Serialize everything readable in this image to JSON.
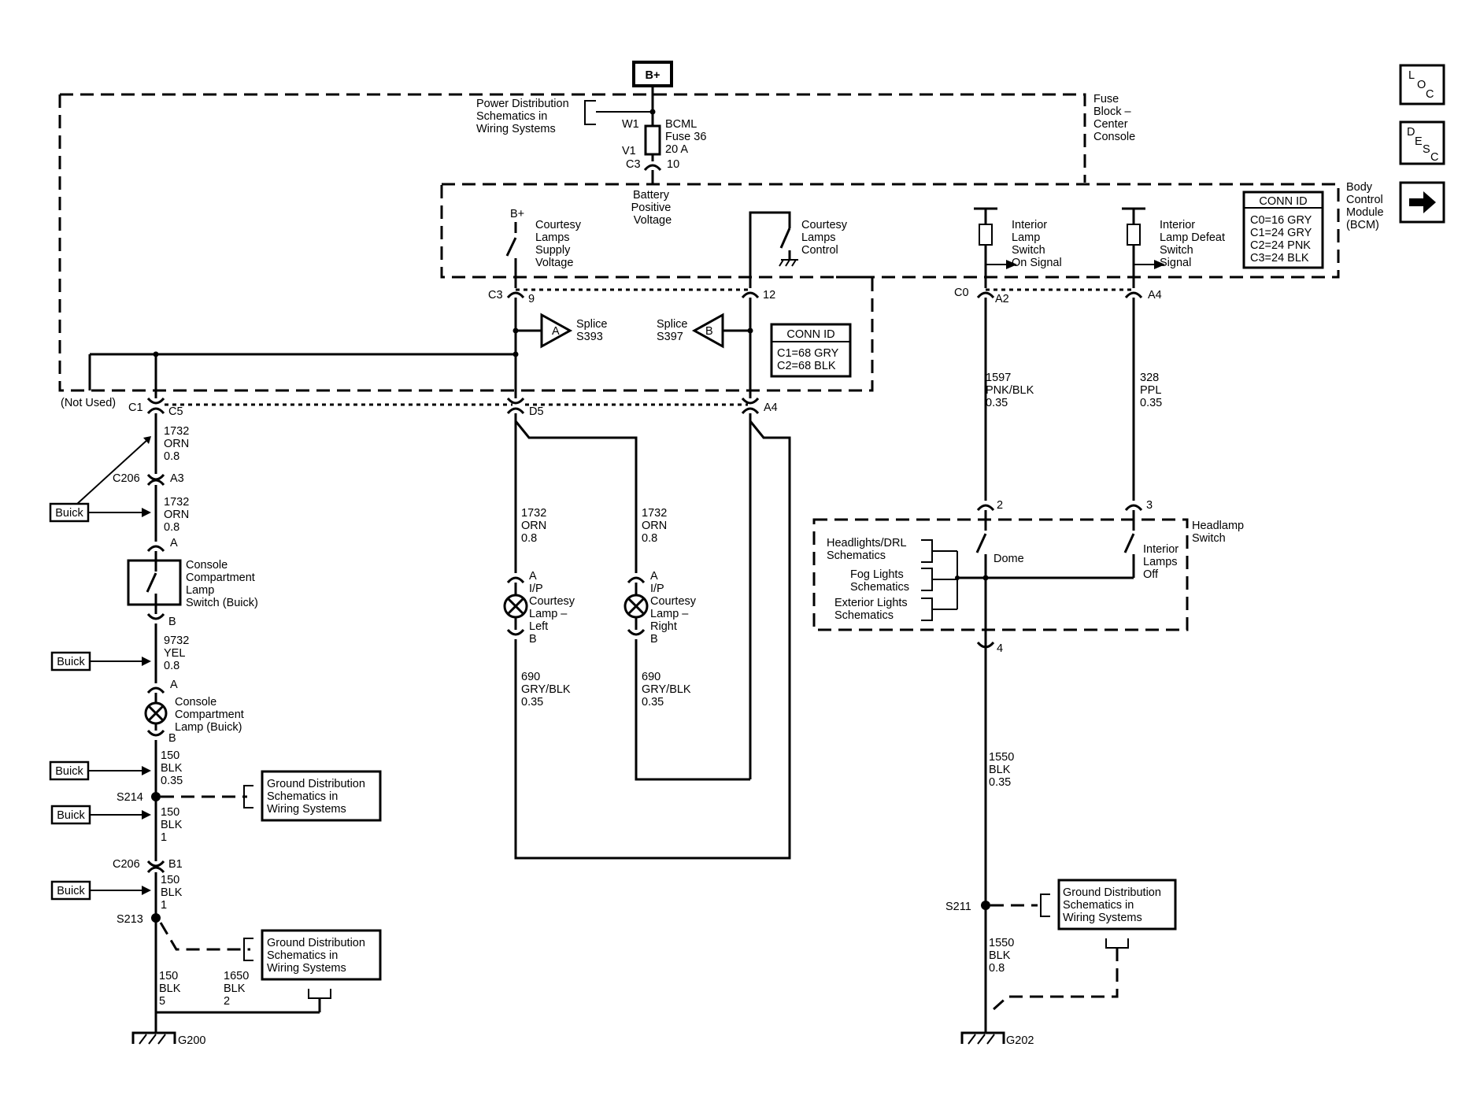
{
  "top": {
    "b_plus": "B+",
    "power_dist": [
      "Power Distribution",
      "Schematics in",
      "Wiring Systems"
    ],
    "w1": "W1",
    "fuse": [
      "BCML",
      "Fuse 36",
      "20 A"
    ],
    "v1": "V1",
    "c3": "C3",
    "pin10": "10",
    "fuse_block": [
      "Fuse",
      "Block –",
      "Center",
      "Console"
    ],
    "battery": [
      "Battery",
      "Positive",
      "Voltage"
    ]
  },
  "bcm": {
    "name": [
      "Body",
      "Control",
      "Module",
      "(BCM)"
    ],
    "conn_title": "CONN ID",
    "conn": [
      "C0=16 GRY",
      "C1=24 GRY",
      "C2=24 PNK",
      "C3=24 BLK"
    ],
    "b_plus": "B+",
    "supply": [
      "Courtesy",
      "Lamps",
      "Supply",
      "Voltage"
    ],
    "control": [
      "Courtesy",
      "Lamps",
      "Control"
    ],
    "on_signal": [
      "Interior",
      "Lamp",
      "Switch",
      "On Signal"
    ],
    "defeat": [
      "Interior",
      "Lamp Defeat",
      "Switch",
      "Signal"
    ],
    "c3": "C3",
    "pin9": "9",
    "pin12": "12",
    "c0": "C0",
    "a2": "A2",
    "a4": "A4"
  },
  "splices": {
    "a_letter": "A",
    "a_label": [
      "Splice",
      "S393"
    ],
    "b_letter": "B",
    "b_label": [
      "Splice",
      "S397"
    ],
    "conn_title": "CONN ID",
    "conn": [
      "C1=68 GRY",
      "C2=68 BLK"
    ]
  },
  "left": {
    "not_used": "(Not Used)",
    "c1": "C1",
    "c5": "C5",
    "d5": "D5",
    "a4": "A4",
    "w1732a": [
      "1732",
      "ORN",
      "0.8"
    ],
    "c206": "C206",
    "a3": "A3",
    "w1732b": [
      "1732",
      "ORN",
      "0.8"
    ],
    "pin_a": "A",
    "switch": [
      "Console",
      "Compartment",
      "Lamp",
      "Switch (Buick)"
    ],
    "pin_b": "B",
    "w9732": [
      "9732",
      "YEL",
      "0.8"
    ],
    "pin_a2": "A",
    "lamp": [
      "Console",
      "Compartment",
      "Lamp (Buick)"
    ],
    "pin_b2": "B",
    "w150a": [
      "150",
      "BLK",
      "0.35"
    ],
    "s214": "S214",
    "w150b": [
      "150",
      "BLK",
      "1"
    ],
    "c206b": "C206",
    "b1": "B1",
    "w150c": [
      "150",
      "BLK",
      "1"
    ],
    "s213": "S213",
    "w150d": [
      "150",
      "BLK",
      "5"
    ],
    "w1650": [
      "1650",
      "BLK",
      "2"
    ],
    "g200": "G200",
    "buick": [
      "Buick",
      "Buick",
      "Buick",
      "Buick",
      "Buick"
    ],
    "gd1": [
      "Ground Distribution",
      "Schematics in",
      "Wiring Systems"
    ],
    "gd2": [
      "Ground Distribution",
      "Schematics in",
      "Wiring Systems"
    ]
  },
  "center": {
    "w1732l": [
      "1732",
      "ORN",
      "0.8"
    ],
    "w1732r": [
      "1732",
      "ORN",
      "0.8"
    ],
    "lamp_l_a": "A",
    "lamp_l": [
      "I/P",
      "Courtesy",
      "Lamp –",
      "Left"
    ],
    "lamp_l_b": "B",
    "lamp_r_a": "A",
    "lamp_r": [
      "I/P",
      "Courtesy",
      "Lamp –",
      "Right"
    ],
    "lamp_r_b": "B",
    "w690l": [
      "690",
      "GRY/BLK",
      "0.35"
    ],
    "w690r": [
      "690",
      "GRY/BLK",
      "0.35"
    ]
  },
  "right": {
    "w1597": [
      "1597",
      "PNK/BLK",
      "0.35"
    ],
    "w328": [
      "328",
      "PPL",
      "0.35"
    ],
    "pin2": "2",
    "pin3": "3",
    "headlamp": [
      "Headlamp",
      "Switch"
    ],
    "drl": [
      "Headlights/DRL",
      "Schematics"
    ],
    "fog": [
      "Fog Lights",
      "Schematics"
    ],
    "ext": [
      "Exterior Lights",
      "Schematics"
    ],
    "dome": "Dome",
    "int_off": [
      "Interior",
      "Lamps",
      "Off"
    ],
    "pin4": "4",
    "w1550a": [
      "1550",
      "BLK",
      "0.35"
    ],
    "s211": "S211",
    "gd": [
      "Ground Distribution",
      "Schematics in",
      "Wiring Systems"
    ],
    "w1550b": [
      "1550",
      "BLK",
      "0.8"
    ],
    "g202": "G202"
  },
  "nav": {
    "loc": [
      "L",
      "O",
      "C"
    ],
    "desc": [
      "D",
      "E",
      "S",
      "C"
    ],
    "next_icon": "arrow-right-icon"
  }
}
